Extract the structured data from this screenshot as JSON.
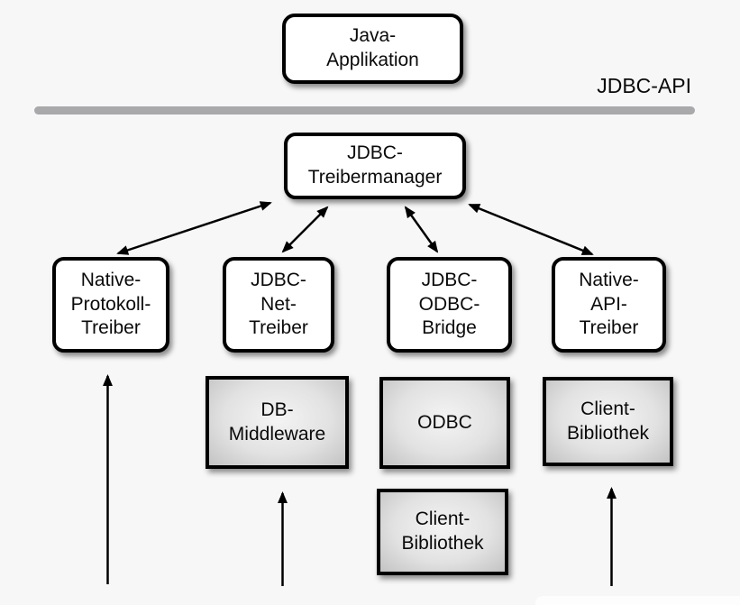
{
  "diagram": {
    "api_label": "JDBC-API",
    "nodes": {
      "java_app": {
        "label": "Java-\nApplikation",
        "shape": "rounded-rect",
        "fill": "white"
      },
      "treibermanager": {
        "label": "JDBC-\nTreibermanager",
        "shape": "rounded-rect",
        "fill": "white"
      },
      "native_protokoll": {
        "label": "Native-\nProtokoll-\nTreiber",
        "shape": "rounded-rect",
        "fill": "white"
      },
      "jdbc_net": {
        "label": "JDBC-\nNet-\nTreiber",
        "shape": "rounded-rect",
        "fill": "white"
      },
      "jdbc_odbc": {
        "label": "JDBC-\nODBC-\nBridge",
        "shape": "rounded-rect",
        "fill": "white"
      },
      "native_api": {
        "label": "Native-\nAPI-\nTreiber",
        "shape": "rounded-rect",
        "fill": "white"
      },
      "db_middleware": {
        "label": "DB-\nMiddleware",
        "shape": "rect",
        "fill": "gray-gradient"
      },
      "odbc": {
        "label": "ODBC",
        "shape": "rect",
        "fill": "gray-gradient"
      },
      "client_bib_right": {
        "label": "Client-\nBibliothek",
        "shape": "rect",
        "fill": "gray-gradient"
      },
      "client_bib_bottom": {
        "label": "Client-\nBibliothek",
        "shape": "rect",
        "fill": "gray-gradient"
      }
    },
    "edges": [
      {
        "from": "treibermanager",
        "to": "native_protokoll",
        "type": "bidirectional"
      },
      {
        "from": "treibermanager",
        "to": "jdbc_net",
        "type": "bidirectional"
      },
      {
        "from": "treibermanager",
        "to": "jdbc_odbc",
        "type": "bidirectional"
      },
      {
        "from": "treibermanager",
        "to": "native_api",
        "type": "bidirectional"
      },
      {
        "from": "bottom-edge",
        "to": "native_protokoll",
        "type": "up-arrow"
      },
      {
        "from": "bottom-edge",
        "to": "db_middleware",
        "type": "up-arrow"
      },
      {
        "from": "bottom-edge",
        "to": "client_bib_right",
        "type": "up-arrow"
      }
    ],
    "colors": {
      "background": "#f7f7f7",
      "divider": "#a9a9ac",
      "node_fill": "#ffffff",
      "node_border": "#000000",
      "gray_box_center": "#f4f4f4",
      "gray_box_edge": "#c3c3c3",
      "arrow": "#000000",
      "text": "#0a0a0a"
    }
  }
}
